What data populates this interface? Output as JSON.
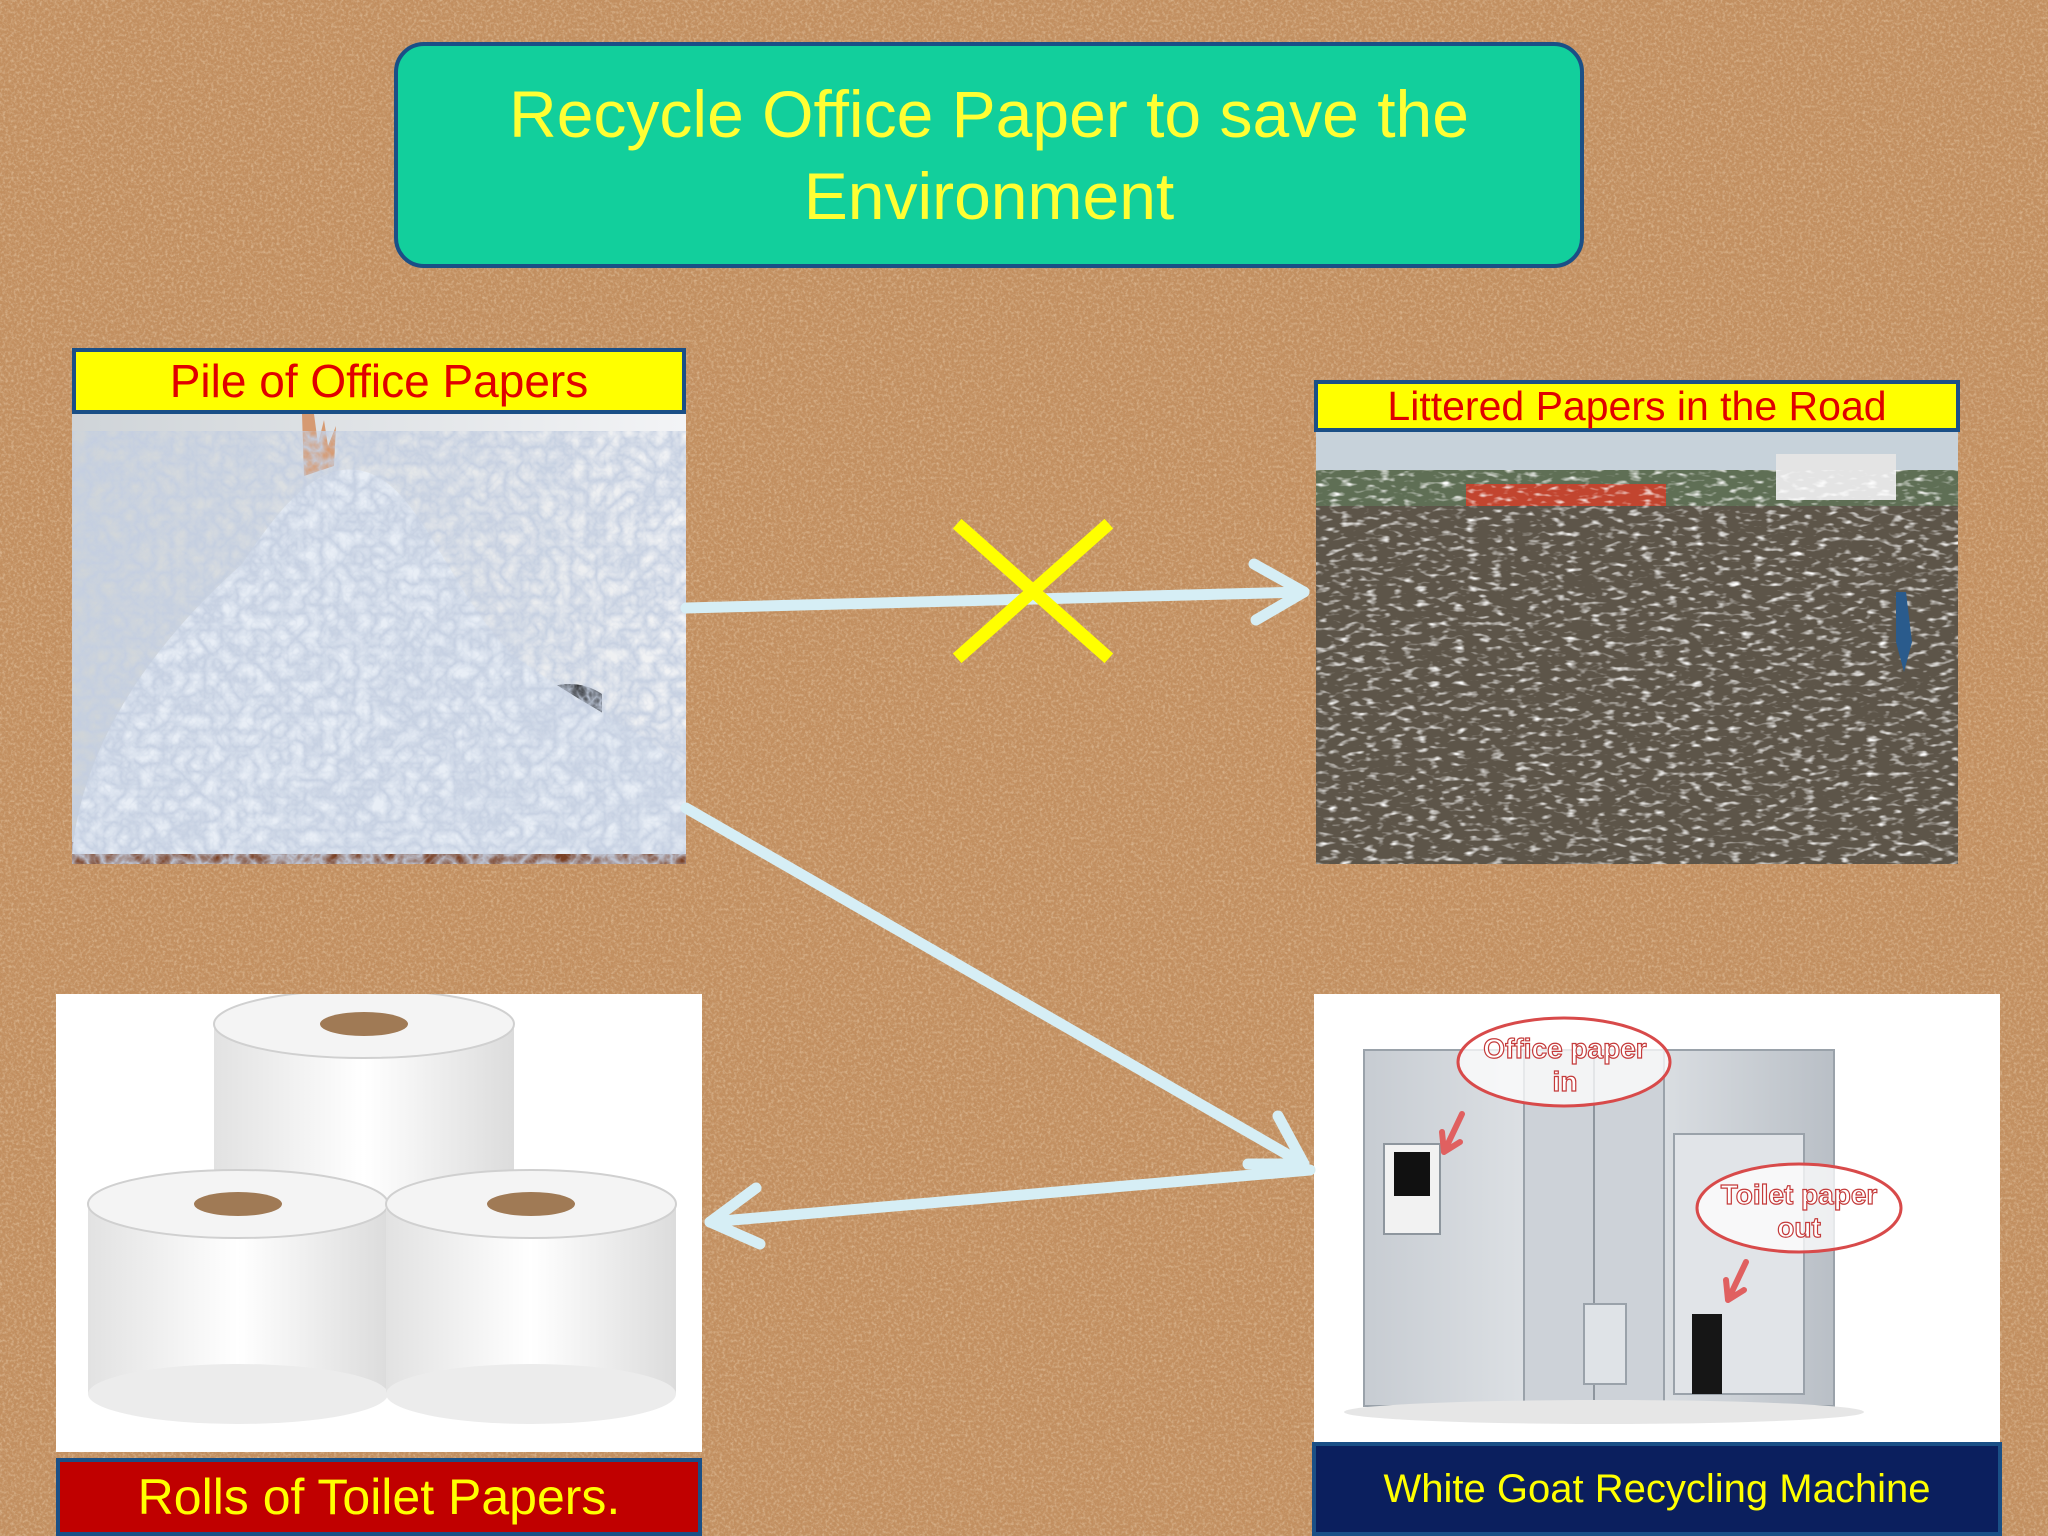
{
  "title": "Recycle Office Paper to save the\nEnvironment",
  "labels": {
    "pile": "Pile of Office Papers",
    "littered": "Littered Papers in the Road",
    "rolls": "Rolls of Toilet Papers.",
    "machine": "White Goat Recycling Machine"
  },
  "callouts": {
    "office_in": "Office paper\nin",
    "toilet_out": "Toilet paper\nout"
  },
  "colors": {
    "title_bg": "#12cf9c",
    "title_text": "#ffff33",
    "label_red_text": "#e00000",
    "arrow": "#d6eef5",
    "cross": "#ffff00"
  }
}
